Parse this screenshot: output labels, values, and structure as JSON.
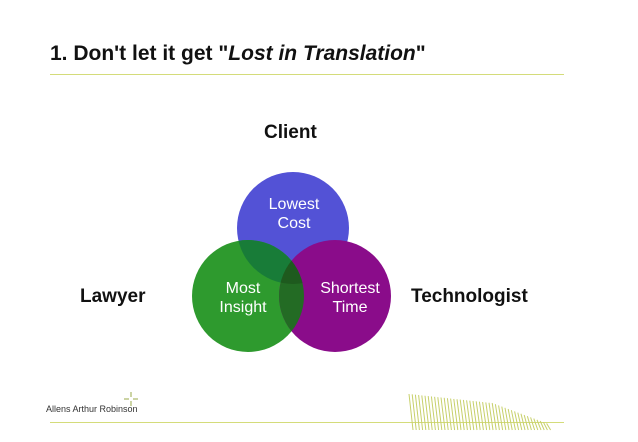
{
  "title": {
    "prefix": "1. Don't let it get \"",
    "emphasis": "Lost in Translation",
    "suffix": "\""
  },
  "labels": {
    "client": "Client",
    "lawyer": "Lawyer",
    "technologist": "Technologist"
  },
  "circles": {
    "top": {
      "line1": "Lowest",
      "line2": "Cost",
      "color": "#5352d6"
    },
    "left": {
      "line1": "Most",
      "line2": "Insight",
      "color": "#2e9a2e"
    },
    "right": {
      "line1": "Shortest",
      "line2": "Time",
      "color": "#8a0c8a"
    }
  },
  "overlaps": {
    "top_left": "#187c38",
    "left_right": "#236b24",
    "center": "#1e5a1e"
  },
  "accent_color": "#d4dc7a",
  "footer": {
    "logo_text": "Allens Arthur Robinson"
  }
}
